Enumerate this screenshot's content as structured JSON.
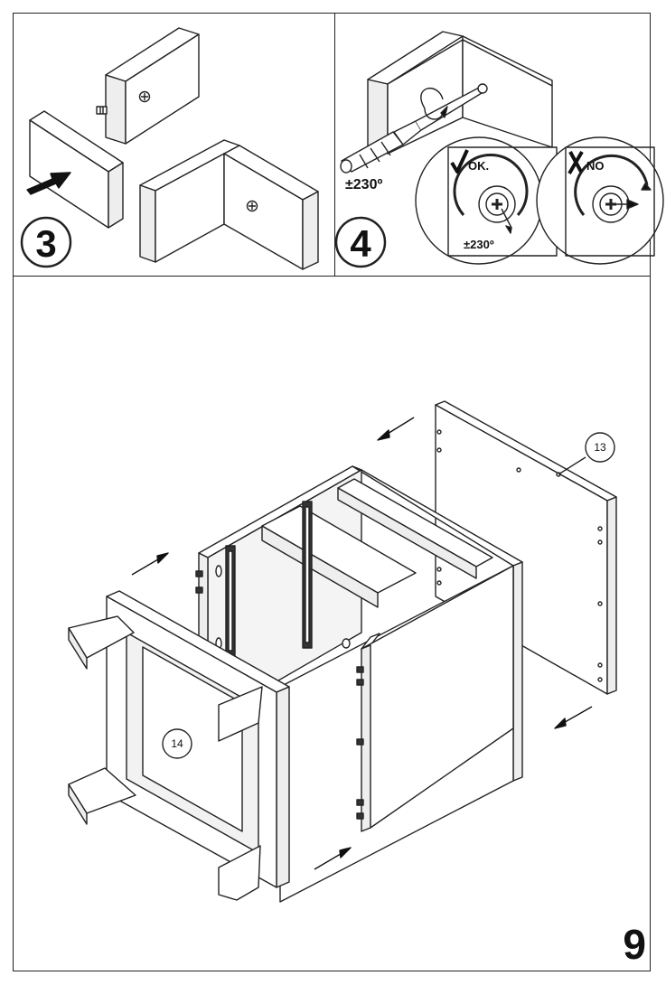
{
  "steps": {
    "step3": {
      "number": "3"
    },
    "step4": {
      "number": "4",
      "rotation_label": "±230º",
      "ok_label": "OK.",
      "ok_rotation_label": "±230º",
      "no_label": "NO"
    }
  },
  "main": {
    "part_callouts": [
      {
        "id": "13"
      },
      {
        "id": "14"
      }
    ]
  },
  "page": {
    "number": "9"
  },
  "colors": {
    "line": "#222222",
    "fill": "#ffffff",
    "shade": "#e6e6e6"
  }
}
